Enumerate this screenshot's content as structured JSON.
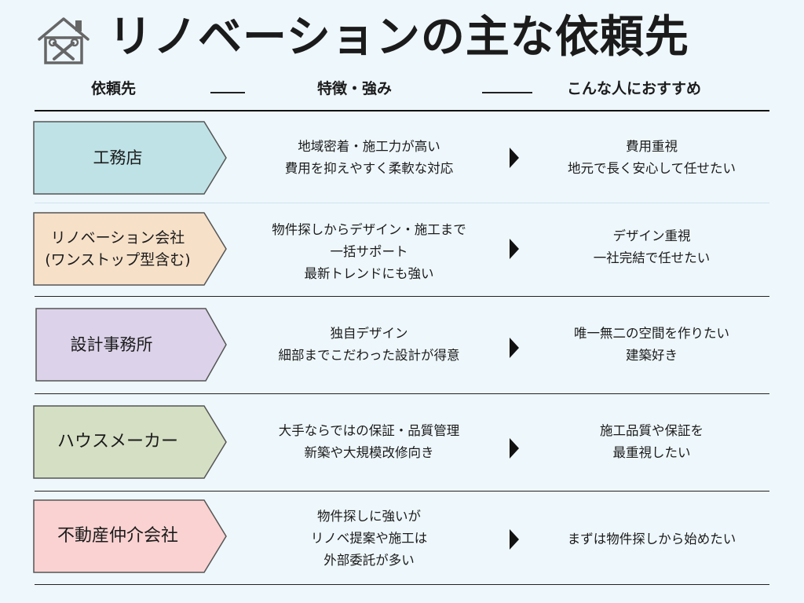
{
  "title": "リノベーションの主な依頼先",
  "headers": {
    "col1": "依頼先",
    "col2": "特徴・強み",
    "col3": "こんな人におすすめ"
  },
  "colors": {
    "border": "#555555",
    "text": "#1b1b1b",
    "background": "#eef7fb"
  },
  "rows": [
    {
      "label": "工務店",
      "color": "#bfe2e6",
      "features": "地域密着・施工力が高い\n費用を抑えやすく柔軟な対応",
      "recommend": "費用重視\n地元で長く安心して任せたい"
    },
    {
      "label": "リノベーション会社\n(ワンストップ型含む)",
      "color": "#f6e0c8",
      "features": "物件探しからデザイン・施工まで\n一括サポート\n最新トレンドにも強い",
      "recommend": "デザイン重視\n一社完結で任せたい"
    },
    {
      "label": "設計事務所",
      "color": "#dcd3ea",
      "features": "独自デザイン\n細部までこだわった設計が得意",
      "recommend": "唯一無二の空間を作りたい\n建築好き"
    },
    {
      "label": "ハウスメーカー",
      "color": "#d5dfc4",
      "features": "大手ならではの保証・品質管理\n新築や大規模改修向き",
      "recommend": "施工品質や保証を\n最重視したい"
    },
    {
      "label": "不動産仲介会社",
      "color": "#fad2d2",
      "features": "物件探しに強いが\nリノベ提案や施工は\n外部委託が多い",
      "recommend": "まずは物件探しから始めたい"
    }
  ]
}
